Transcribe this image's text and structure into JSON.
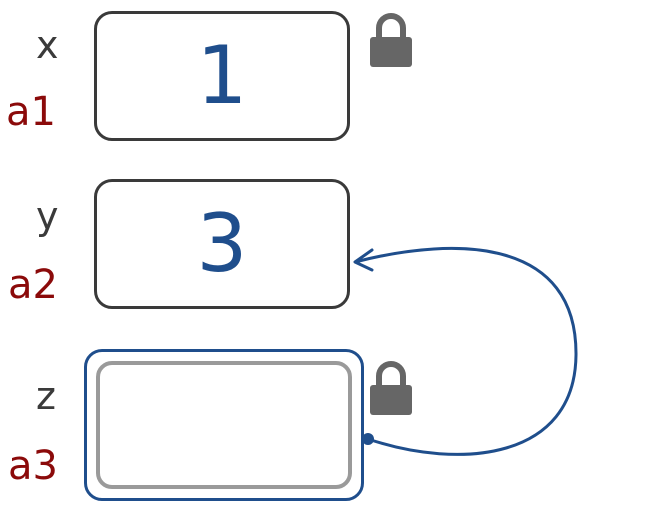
{
  "variables": [
    {
      "name": "x",
      "address": "a1",
      "value": "1",
      "locked": true
    },
    {
      "name": "y",
      "address": "a2",
      "value": "3",
      "locked": false
    },
    {
      "name": "z",
      "address": "a3",
      "value": "",
      "locked": true
    }
  ],
  "icons": {
    "lock": "lock-icon"
  },
  "colors": {
    "name_text": "#3a3a3a",
    "address_text": "#8b0a0a",
    "value_text": "#1f4e8c",
    "cell_border": "#3a3a3a",
    "pointer_cell_outer": "#1f4e8c",
    "pointer_cell_inner": "#9a9a9a",
    "arrow": "#1f4e8c",
    "lock": "#666666"
  }
}
